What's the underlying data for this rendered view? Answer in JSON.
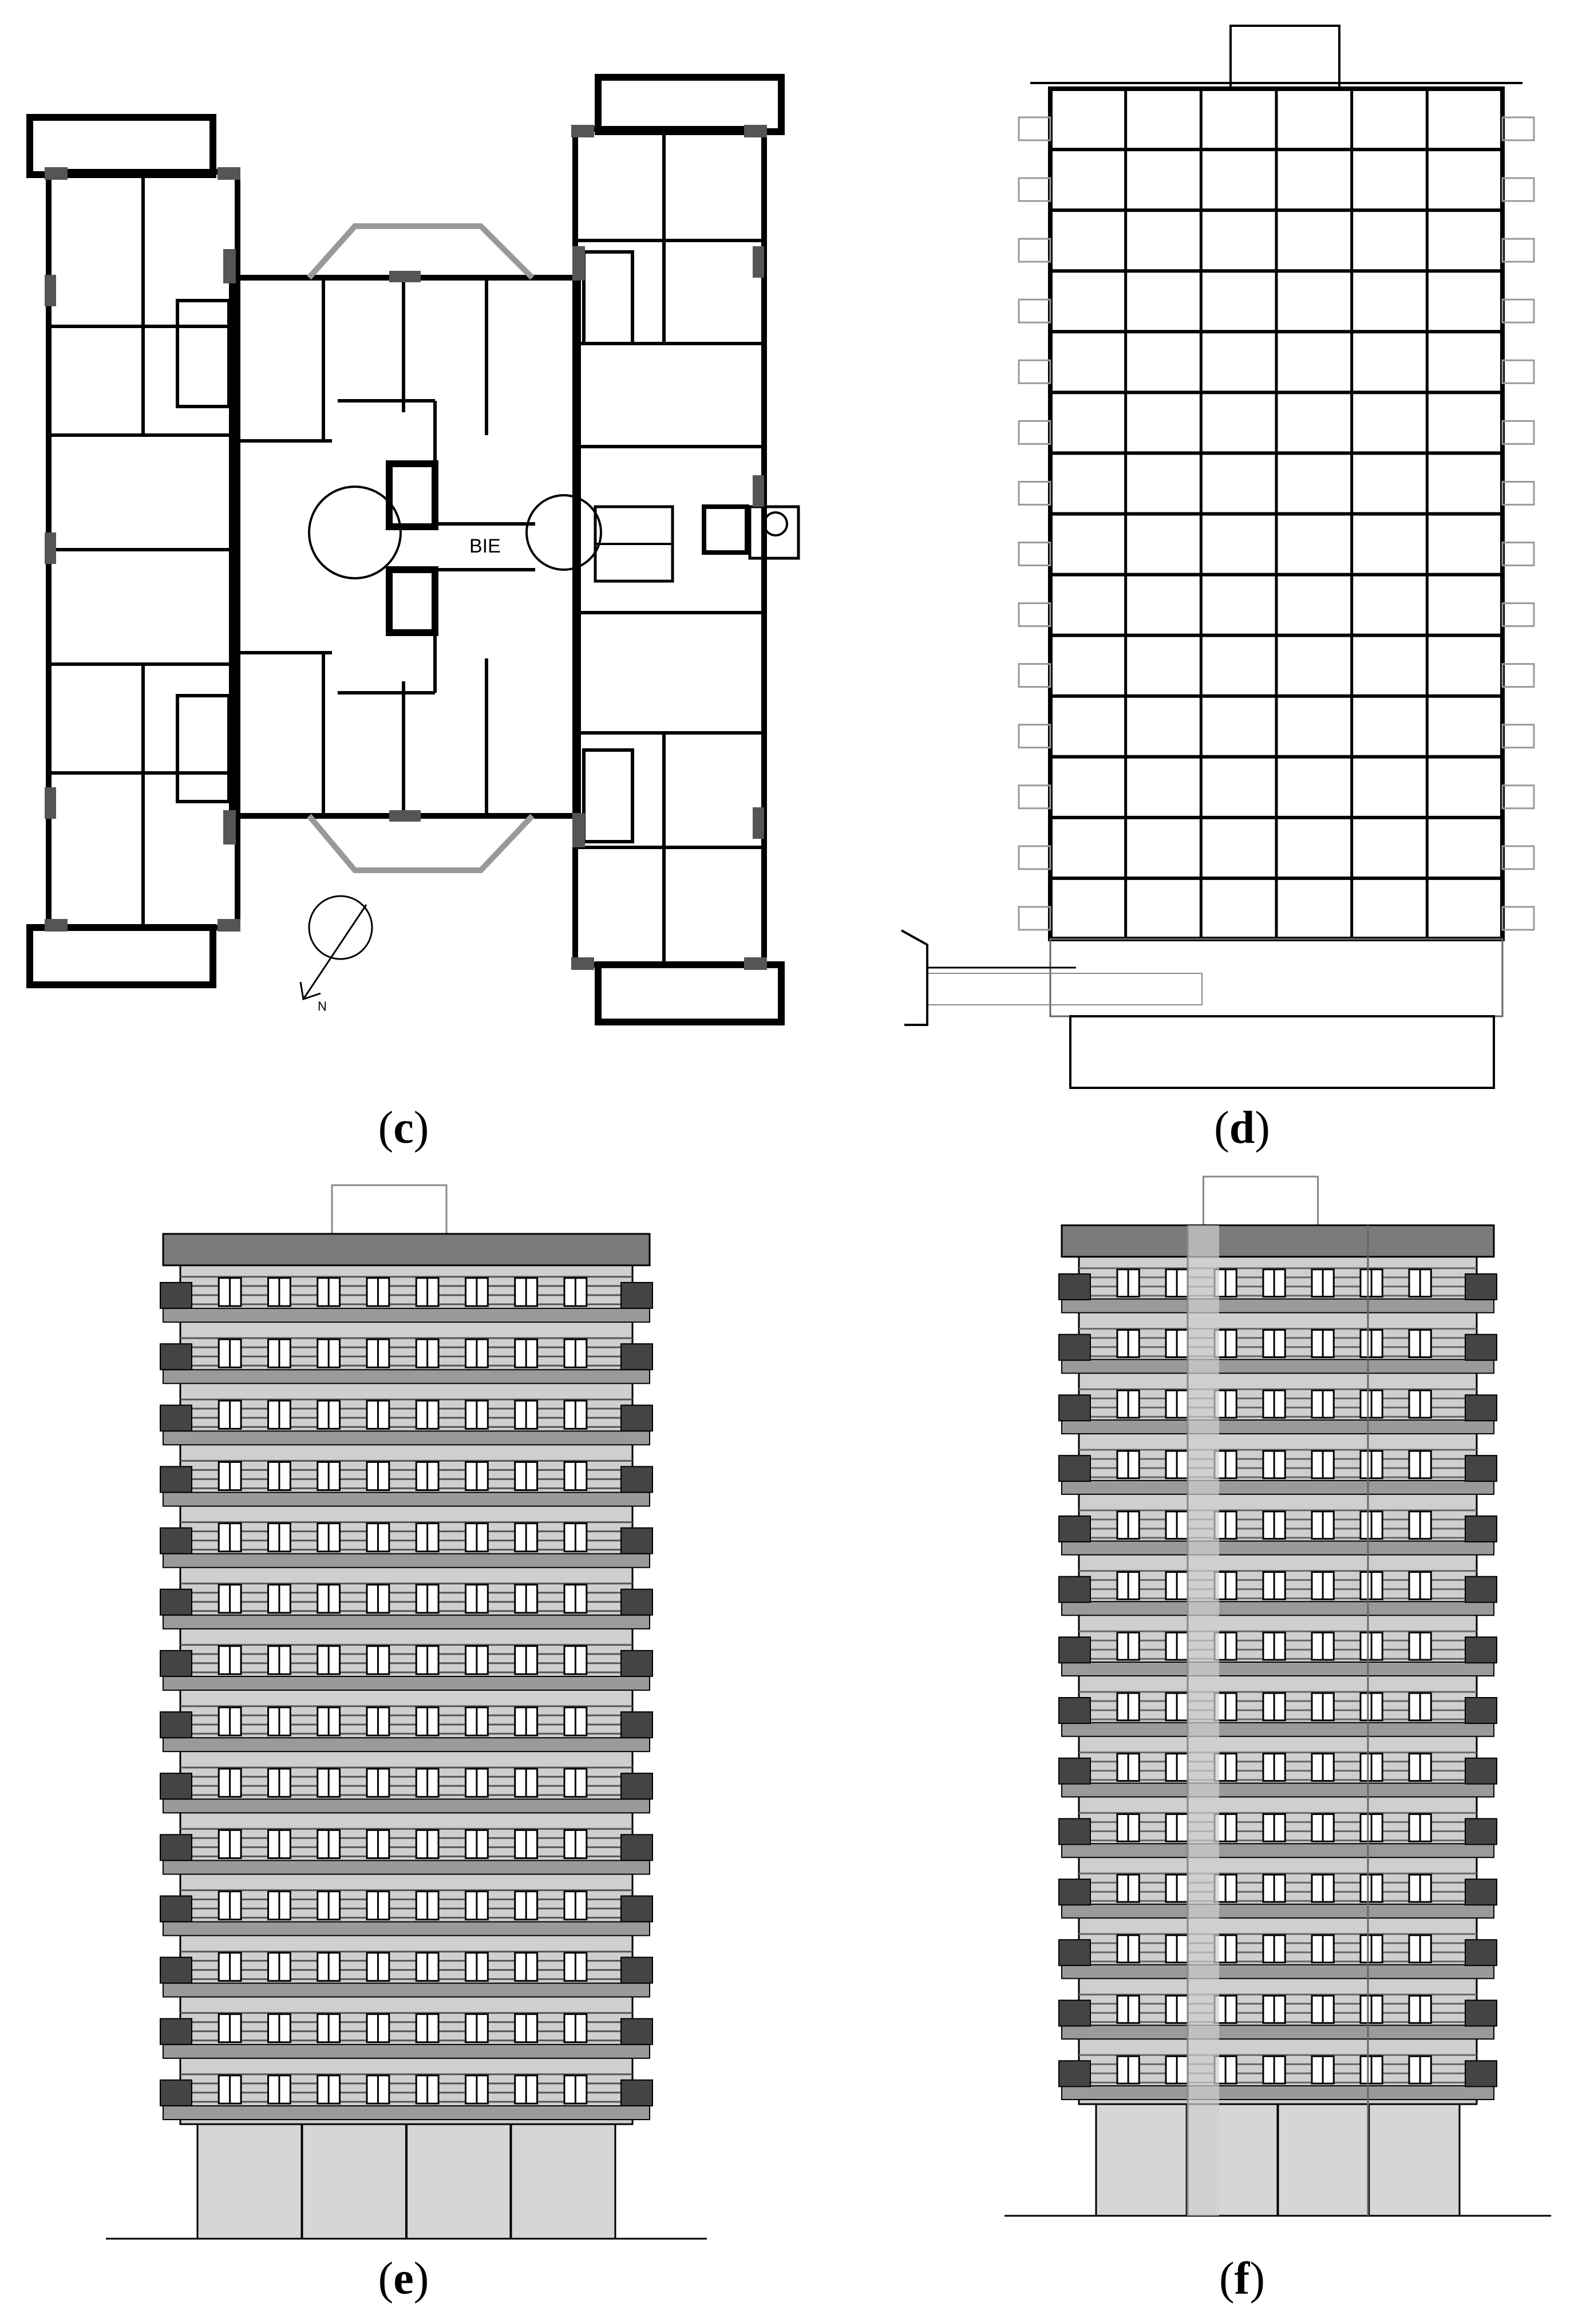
{
  "panels": [
    {
      "id": "c",
      "caption_letter": "c",
      "view": "floor-plan"
    },
    {
      "id": "d",
      "caption_letter": "d",
      "view": "section"
    },
    {
      "id": "e",
      "caption_letter": "e",
      "view": "elevation"
    },
    {
      "id": "f",
      "caption_letter": "f",
      "view": "elevation"
    }
  ],
  "plan_labels": {
    "hydrant": "BIE",
    "north": "N"
  },
  "building": {
    "floors": 14,
    "bays": 6
  },
  "colors": {
    "line": "#000000",
    "roof": "#7a7a7a",
    "base": "#d6d6d6",
    "stripe": "#555555",
    "mid": "#9a9a9a"
  }
}
